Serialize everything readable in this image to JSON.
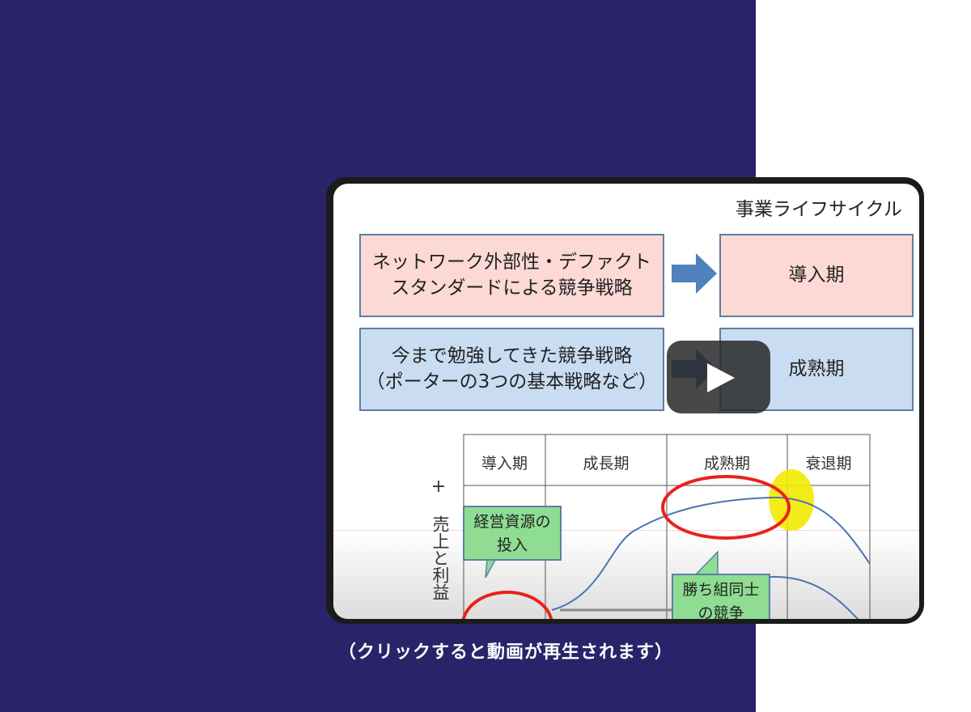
{
  "video": {
    "slide_title": "事業ライフサイクル",
    "box1_text": "ネットワーク外部性・デファクトスタンダードによる競争戦略",
    "box1_result": "導入期",
    "box2_line1": "今まで勉強してきた競争戦略",
    "box2_line2": "（ポーターの3つの基本戦略など）",
    "box2_result": "成熟期",
    "table_headers": [
      "導入期",
      "成長期",
      "成熟期",
      "衰退期"
    ],
    "plus_label": "+",
    "y_axis_label": "売上と利益",
    "callout1": "経営資源の投入",
    "callout2": "勝ち組同士の競争",
    "play_icon": "play-icon"
  },
  "caption": "（クリックすると動画が再生されます）",
  "colors": {
    "background": "#29246a",
    "pink_box": "#fcd9d5",
    "blue_box": "#c9dcf1",
    "arrow": "#4f81bd",
    "callout": "#8fdc93",
    "highlight_red": "#e8231a",
    "highlight_yellow": "#f2ea00"
  }
}
